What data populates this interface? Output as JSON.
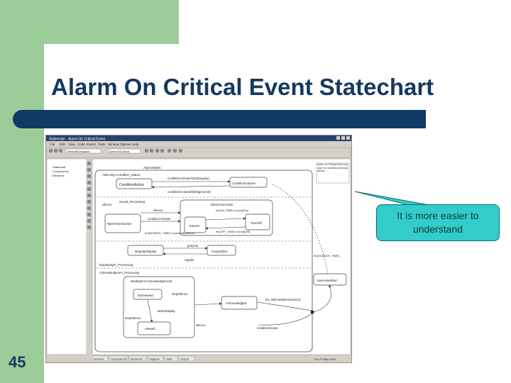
{
  "slide": {
    "title": "Alarm On Critical Event Statechart",
    "number": "45",
    "callout": "It is more easier to understand"
  },
  "screenshot": {
    "window_title": "Statemate - Alarm On Critical Event",
    "menu": [
      "File",
      "Edit",
      "View",
      "Code",
      "Export",
      "Tools",
      "Window",
      "Options",
      "Help"
    ],
    "combo_values": [
      "DefaultWorkspace",
      "AlarmOnCritical"
    ],
    "tree": [
      "Statechart",
      "Components",
      "Elements"
    ],
    "note": "Alarm on Critical Event use case for handling individual alarms.",
    "diagram": {
      "alarm_states": "AlarmStates",
      "alarming_condition": "Alarming Condition_Status",
      "condition_active": "ConditionActive",
      "condition_inactive": "ConditionInactive",
      "evt_activate": "conditionActivate/GEN(regular)",
      "evt_ceased": "conditionCeased/GEN(greyOut)",
      "sound_processing": "Sound_Processing",
      "silence": "silence",
      "alarm_tone_active": "AlarmToneActive",
      "alarm_tone_inactive": "AlarmToneInactive",
      "tone_on": "ToneOn",
      "tone_off": "ToneOff",
      "tm_on_time": "tm(ON_TIME)/ sound(On)",
      "tm_off_time": "tm(OFF_TIME)/ sound(Off)",
      "tm_silence_time": "tm(SILENCE_TIME)/ sound(off)/silence",
      "silence2": "silence",
      "cond_activate2": "conditionActivate",
      "regular_display": "RegularDisplay",
      "grayed_out": "GrayedOut",
      "gray_out": "grayOut",
      "regular": "regular",
      "display_style": "DisplayStyle_Processing",
      "tm_silence_right": "tm(SILENCE_TIME)",
      "ack_processing": "Acknowledgment_Processing",
      "waiting_ack": "WaitingForAcknowledgement",
      "not_viewed": "NotViewed",
      "viewed": "Viewed",
      "stop_silence": "stopSilence",
      "alarm_display": "alarmDisplay",
      "stop_silence2": "stopSilence",
      "silence3": "silence",
      "acknowledged": "Acknowledged",
      "alarm_handled": "AlarmHandled",
      "guard": "[IS_IN(ConditionInactive)]",
      "cond_cease": "conditionCease"
    },
    "tabs": [
      "Browser",
      "Components",
      "Elements",
      "Diagram",
      "Data",
      "Output"
    ],
    "status": "Thu 23 May 2002"
  },
  "colors": {
    "green": "#9ccc98",
    "navy": "#0f3a64",
    "callout": "#33cccc"
  }
}
